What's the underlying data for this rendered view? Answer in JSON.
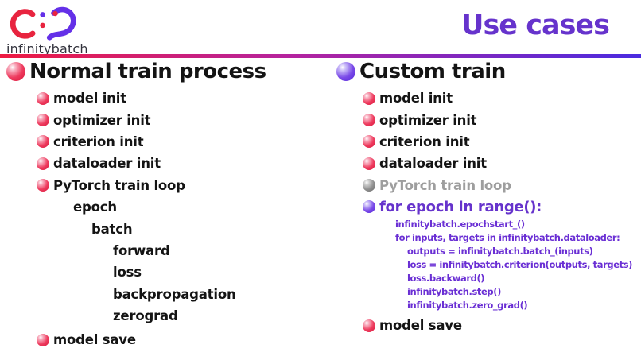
{
  "logo": {
    "text": "infinitybatch"
  },
  "title": "Use cases",
  "colors": {
    "title_purple": "#6633cc",
    "code_purple": "#6a2fd4",
    "text_dark": "#141414",
    "muted_gray": "#9e9e9e",
    "bullet_red": "#e8223f",
    "bullet_purple": "#6430e0",
    "bullet_gray": "#888888",
    "divider_red": "#ee1b42",
    "divider_magenta": "#b5239e",
    "divider_blue": "#4a2be0",
    "logo_red": "#e8243f",
    "logo_purple": "#6430e8",
    "logo_text": "#33333d"
  },
  "left_column": {
    "header": "Normal train process",
    "header_bullet": "red",
    "items": [
      {
        "label": "model init",
        "bullet": "red",
        "indent": "bullet-l",
        "style": "normal"
      },
      {
        "label": "optimizer init",
        "bullet": "red",
        "indent": "bullet-l",
        "style": "normal"
      },
      {
        "label": "criterion init",
        "bullet": "red",
        "indent": "bullet-l",
        "style": "normal"
      },
      {
        "label": "dataloader init",
        "bullet": "red",
        "indent": "bullet-l",
        "style": "normal"
      },
      {
        "label": "PyTorch train loop",
        "bullet": "red",
        "indent": "bullet-l",
        "style": "normal"
      },
      {
        "label": "epoch",
        "bullet": "none",
        "indent": "epoch",
        "style": "normal"
      },
      {
        "label": "batch",
        "bullet": "none",
        "indent": "batch",
        "style": "normal"
      },
      {
        "label": "forward",
        "bullet": "none",
        "indent": "deep",
        "style": "normal"
      },
      {
        "label": "loss",
        "bullet": "none",
        "indent": "deep",
        "style": "normal"
      },
      {
        "label": "backpropagation",
        "bullet": "none",
        "indent": "deep",
        "style": "normal"
      },
      {
        "label": "zerograd",
        "bullet": "none",
        "indent": "deep",
        "style": "normal"
      },
      {
        "label": "model save",
        "bullet": "red",
        "indent": "bullet-l",
        "style": "normal last"
      }
    ]
  },
  "right_column": {
    "header": "Custom train",
    "header_bullet": "purple",
    "items": [
      {
        "label": "model init",
        "bullet": "red",
        "indent": "bullet-r",
        "style": "normal"
      },
      {
        "label": "optimizer init",
        "bullet": "red",
        "indent": "bullet-r",
        "style": "normal"
      },
      {
        "label": "criterion init",
        "bullet": "red",
        "indent": "bullet-r",
        "style": "normal"
      },
      {
        "label": "dataloader init",
        "bullet": "red",
        "indent": "bullet-r",
        "style": "normal"
      },
      {
        "label": "PyTorch train loop",
        "bullet": "gray",
        "indent": "bullet-r",
        "style": "muted"
      },
      {
        "label": "for epoch in range():",
        "bullet": "purple",
        "indent": "bullet-r",
        "style": "code-header"
      },
      {
        "label": "infinitybatch.epochstart_()",
        "bullet": "none",
        "indent": "code1",
        "style": "code"
      },
      {
        "label": "for inputs, targets in infinitybatch.dataloader:",
        "bullet": "none",
        "indent": "code1",
        "style": "code"
      },
      {
        "label": "outputs = infinitybatch.batch_(inputs)",
        "bullet": "none",
        "indent": "code2",
        "style": "code"
      },
      {
        "label": "loss = infinitybatch.criterion(outputs, targets)",
        "bullet": "none",
        "indent": "code2",
        "style": "code"
      },
      {
        "label": "loss.backward()",
        "bullet": "none",
        "indent": "code2",
        "style": "code"
      },
      {
        "label": "infinitybatch.step()",
        "bullet": "none",
        "indent": "code2",
        "style": "code"
      },
      {
        "label": "infinitybatch.zero_grad()",
        "bullet": "none",
        "indent": "code2",
        "style": "code"
      },
      {
        "label": "model save",
        "bullet": "red",
        "indent": "bullet-r",
        "style": "normal last"
      }
    ]
  }
}
